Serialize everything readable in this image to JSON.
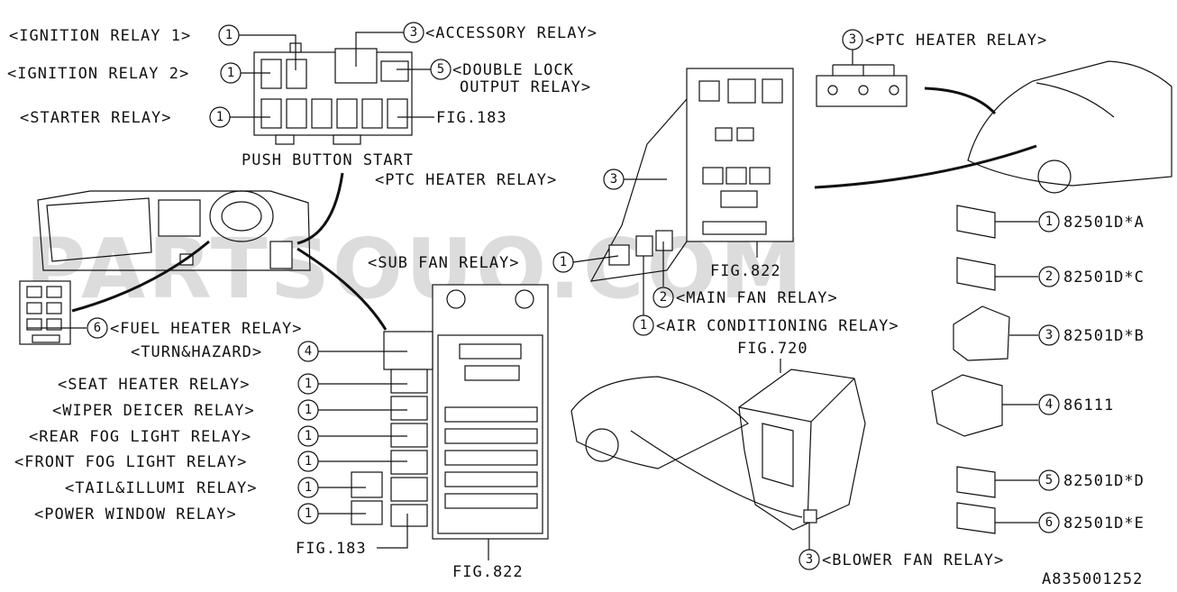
{
  "watermark": "PARTSOUQ.COM",
  "drawing_code": "A835001252",
  "top_left": {
    "ignition_relay_1": "<IGNITION RELAY 1>",
    "ignition_relay_2": "<IGNITION RELAY 2>",
    "starter_relay": "<STARTER RELAY>",
    "accessory_relay": "<ACCESSORY RELAY>",
    "double_lock_1": "<DOUBLE LOCK",
    "double_lock_2": "OUTPUT RELAY>",
    "fig183": "FIG.183",
    "push_button_start": "PUSH BUTTON START"
  },
  "top_center": {
    "ptc_heater_relay": "<PTC HEATER RELAY>",
    "sub_fan_relay": "<SUB FAN RELAY>",
    "fig822": "FIG.822",
    "main_fan_relay": "<MAIN FAN RELAY>",
    "air_conditioning_relay": "<AIR CONDITIONING RELAY>"
  },
  "top_right": {
    "ptc_heater_relay": "<PTC HEATER RELAY>"
  },
  "left_list": {
    "fuel_heater_relay": "<FUEL HEATER RELAY>",
    "turn_hazard": "<TURN&HAZARD>",
    "seat_heater_relay": "<SEAT HEATER RELAY>",
    "wiper_deicer_relay": "<WIPER DEICER RELAY>",
    "rear_fog_light_relay": "<REAR FOG LIGHT RELAY>",
    "front_fog_light_relay": "<FRONT FOG LIGHT RELAY>",
    "tail_illumi_relay": "<TAIL&ILLUMI RELAY>",
    "power_window_relay": "<POWER WINDOW RELAY>",
    "fig183": "FIG.183",
    "fig822": "FIG.822"
  },
  "blower": {
    "fig720": "FIG.720",
    "blower_fan_relay": "<BLOWER FAN RELAY>"
  },
  "callout_numbers": {
    "n1": "1",
    "n2": "2",
    "n3": "3",
    "n4": "4",
    "n5": "5",
    "n6": "6"
  },
  "parts": [
    {
      "num": "1",
      "part": "82501D*A"
    },
    {
      "num": "2",
      "part": "82501D*C"
    },
    {
      "num": "3",
      "part": "82501D*B"
    },
    {
      "num": "4",
      "part": "86111"
    },
    {
      "num": "5",
      "part": "82501D*D"
    },
    {
      "num": "6",
      "part": "82501D*E"
    }
  ]
}
